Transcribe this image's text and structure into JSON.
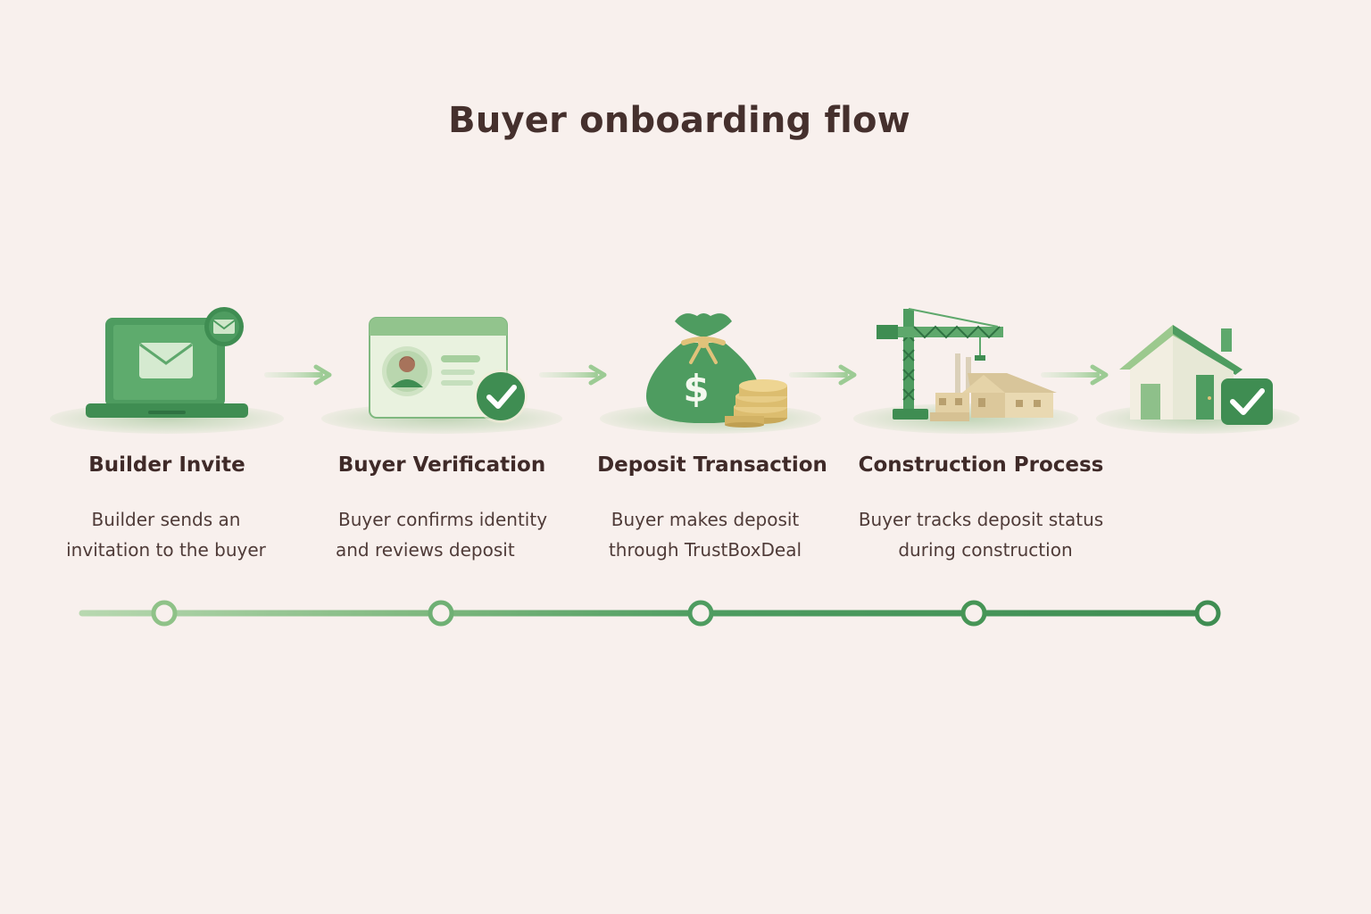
{
  "title": "Buyer onboarding flow",
  "colors": {
    "background": "#f8f0ed",
    "green_dark": "#3f8d52",
    "green_mid": "#5ea86c",
    "green_light": "#b8d8b0",
    "text": "#3f2a28"
  },
  "steps": [
    {
      "title": "Builder Invite",
      "desc_line1": "Builder sends an",
      "desc_line2": "invitation to the buyer",
      "icon": "laptop-envelope-icon"
    },
    {
      "title": "Buyer Verification",
      "desc_line1": "Buyer confirms identity",
      "desc_line2": "and reviews deposit",
      "icon": "id-card-check-icon"
    },
    {
      "title": "Deposit Transaction",
      "desc_line1": "Buyer makes deposit",
      "desc_line2": "through TrustBoxDeal",
      "icon": "money-bag-icon"
    },
    {
      "title": "Construction Process",
      "desc_line1": "Buyer tracks deposit status",
      "desc_line2": "during construction",
      "icon": "crane-house-icon"
    },
    {
      "title": "",
      "desc_line1": "",
      "desc_line2": "",
      "icon": "house-check-icon"
    }
  ]
}
